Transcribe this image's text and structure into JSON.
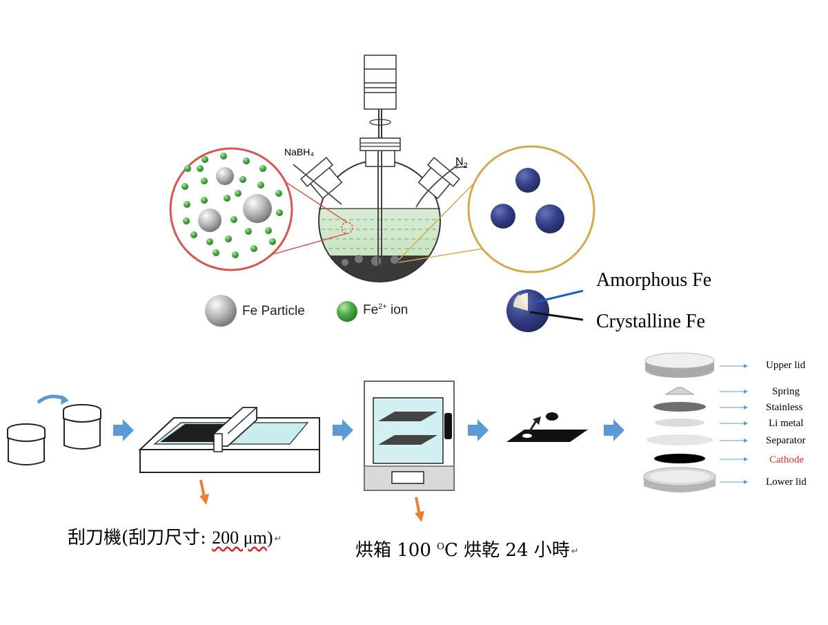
{
  "synthesis": {
    "reagent_label": "NaBH₄",
    "gas_label": "N",
    "gas_subscript": "2",
    "legend": {
      "particle_label": "Fe Particle",
      "ion_label_prefix": "Fe",
      "ion_label_sup": "2+",
      "ion_label_suffix": " ion"
    },
    "core_shell": {
      "outer_label": "Amorphous Fe",
      "inner_label": "Crystalline Fe"
    }
  },
  "process": {
    "doctor_blade_caption": "刮刀機(刮刀尺寸: ",
    "doctor_blade_size": "200 μm",
    "doctor_blade_close": ")",
    "oven_caption_prefix": "烘箱 100 ",
    "oven_degree": "O",
    "oven_caption_suffix": "C 烘乾 24 小時",
    "return_mark": "↵"
  },
  "cell_stack": {
    "parts": [
      "Upper lid",
      "Spring",
      "Stainless",
      "Li metal",
      "Separator",
      "Cathode",
      "Lower lid"
    ],
    "highlight_color": "#e8302a"
  },
  "colors": {
    "arrow_blue": "#5b9bd5",
    "arrow_orange": "#ed7d31",
    "red_circle": "#d9534f",
    "gold_circle": "#d4a94a",
    "ion_green": "#3fa53f",
    "fe_navy": "#2a3570"
  }
}
